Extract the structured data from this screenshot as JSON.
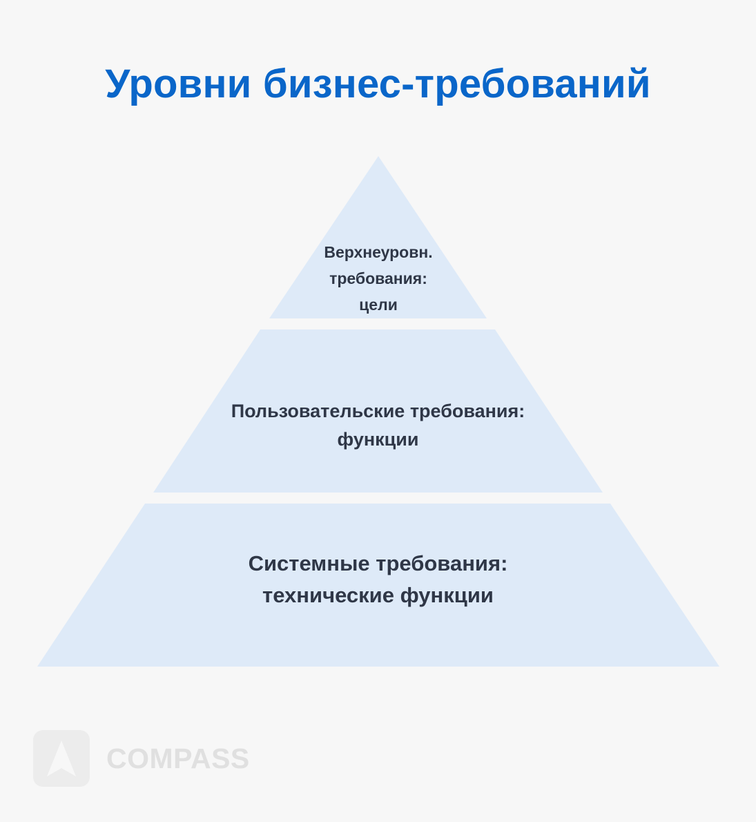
{
  "title": "Уровни бизнес-требований",
  "colors": {
    "background": "#f7f7f7",
    "title": "#0a66c9",
    "tier_fill": "#deeaf8",
    "tier_text": "#2f3747",
    "watermark": "#e0e0e0"
  },
  "pyramid": {
    "tiers": [
      {
        "lines": [
          "Верхнеуровн.",
          "требования:",
          "цели"
        ]
      },
      {
        "lines": [
          "Пользовательские требования:",
          "функции"
        ]
      },
      {
        "lines": [
          "Системные требования:",
          "технические функции"
        ]
      }
    ]
  },
  "brand": {
    "logo_icon": "compass-arrow-icon",
    "name": "COMPASS"
  }
}
